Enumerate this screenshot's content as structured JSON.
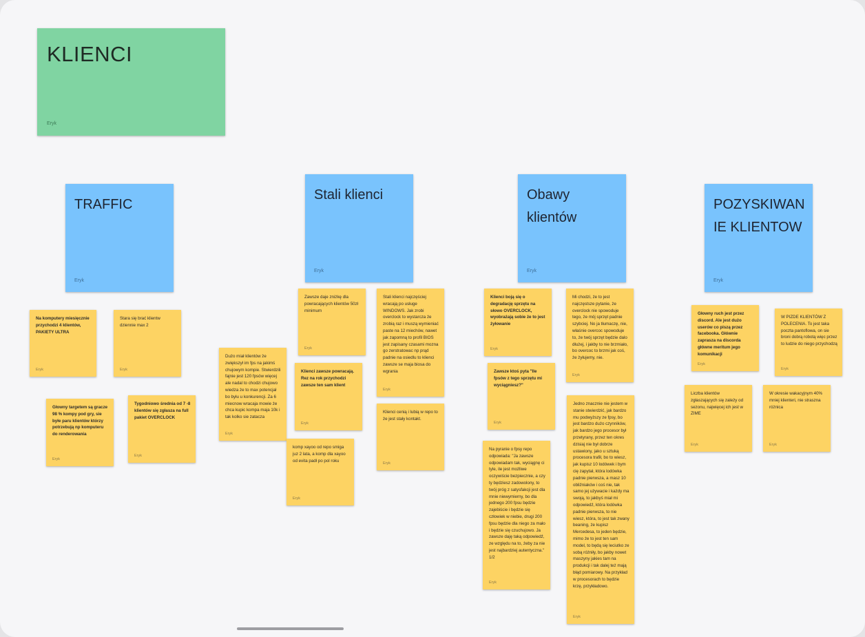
{
  "header": {
    "title": "KLIENCI",
    "author": "Eryk"
  },
  "columns": [
    {
      "title": "TRAFFIC",
      "author": "Eryk"
    },
    {
      "title": "Stali klienci",
      "author": "Eryk"
    },
    {
      "title": "Obawy klientów",
      "author": "Eryk"
    },
    {
      "title": "POZYSKIWANIE KLIENTOW",
      "author": "Eryk"
    }
  ],
  "notes": [
    {
      "text": "Na komputery miesięcznie przychodzi 4 klientów, PAKIETY ULTRA",
      "author": "Eryk"
    },
    {
      "text": "Stara się brać klientw dziennie max 2",
      "author": "Eryk"
    },
    {
      "text": "Głowny targetem są gracze 98 % kompy pod gry, sie byłe paru klientów którzy potrzebują np komputeru do renderowania",
      "author": "Eryk"
    },
    {
      "text": "Tygodniowo średnia od 7 -8 klientów się zgłasza na full pakiet OVERCLOCK",
      "author": "Eryk"
    },
    {
      "text": "Dużo miał klientów że zwiększył im fps na jakimś chujowym kompie. Stwierdzili fajnie jest 120 fpsów więcej ale nadal to chodzi chujowo wiedza że to max potencjał bo byłu u konkurencji. Za 6 miecnow wracaja mowie że chca kupic kompa maja 10k i tak kolko sie zatacza",
      "author": "Eryk"
    },
    {
      "text": "Zawsze daje zniżkę dla powracających klientów 50zł minimum",
      "author": "Eryk"
    },
    {
      "text": "Klienci zawsze powracają. Rez na rok przychodzi zawsze ten sam klient",
      "author": "Eryk"
    },
    {
      "text": "komp xayoo od repo smiga juz 2 lata, a komp dla xayoo od  evita padł po pol roku",
      "author": "Eryk"
    },
    {
      "text": "Stali klienci najczęściej wracają po usługe WINDOWS. Jak zrobi overclock to wystarcza że zrobią raz i muszą wymieniać paste na 12 miechów, nawet jak zapomną to profil BIOS jest zapisany czasami mozna go zerstratowac np prąd padnie na osiedlu to klienci zawsze se maja biosa do wgrania",
      "author": "Eryk"
    },
    {
      "text": "Klienci cenią i lubią w repo to że jest stały kontakt.",
      "author": "Eryk"
    },
    {
      "text": "Klienci boją się o degradację sprzętu na słowo OVERCLOCK, wyobrażają sobie że to jest żyłowanie",
      "author": "Eryk"
    },
    {
      "text": "Zawsze ktoś pyta \"Ile fpsów z tego sprzętu mi wyciągniesz?\"",
      "author": "Eryk"
    },
    {
      "text": "Na pyranie o fpsy repo odpowiada: \"Ja zawsze odpowiadam tak, wyciągnę ci tyle, ile jest możliwe oczywiście bezpiecznie, a czy ty będziesz zadowolony, to twój próg z satysfakcji jest dla mnie niewymierny, bo dla jednego 200 fpsu będzie zajebiście i będzie się człowiek w niebie, drugi 200 fpsu będzie dla niego za mało i będzie się czuchujowo. Ja zawsze daję taką odpowiedź, ze względu na to, żeby za nie jest najbardziej autentyczna.\" 1/2",
      "author": "Eryk"
    },
    {
      "text": "Mi chodzi, że to jest najczęstsze pytanie, że overclock nie spowoduje tego, że mój sprzęt padnie szybciej. No ja tłumaczę, nie, właśnie overcoc spowoduje to, że twój sprzęt będzie dalo dłużej, i jakby to nie brzmiało, bo overcoc to brzmi jak coś, że żyłujemy, nie.",
      "author": "Eryk"
    },
    {
      "text": "Jedno znacznie nie jestem w stanie stwierdzić, jak bardzo mu podwyższy ze fpsy, bo jest bardzo dużo czynników, jak bardzo jego procesor był przetyrany, przez ten okres dzisiaj nie był dobrze ustawiony, jako u sztuką procesora trafił, bo to wiesz, jak kupisz 10 lodówek i bym cię zapytał, która lodówka padnie pierwsza, a masz 10 obliźniaków i coś nie, tak samo jej używacie i każdy ma swoją, to jakbyś miał mi odpowiedź, która lodówka padnie pierwsza, to nie wiesz, która, to jest tak zwany beaning, że kupisz Mercedesa, to jeden będzie, mimo że to jest ten sam model, to będą się leciutko ze sobą różniły, bo jakby nowet maszyny jakies tam na produkcji i tak dalej też mają błąd pomiarowy. Na przykład w procesorach to będzie krzę, przykładowo.",
      "author": "Eryk"
    },
    {
      "text": "Głowny ruch jest przez discord. Ale jest dużo userów co piszą przez facebooka. Głównie zaprasza na discorda główne meritum jego komunikacji",
      "author": "Eryk"
    },
    {
      "text": "W PIZDE KLIENTÓW Z POLECENIA. To jest taka poczta pantoflowa, on sie broni dobrą robotą więc przez to ludzie do niego przychodzą",
      "author": "Eryk"
    },
    {
      "text": "Liczba klientów zgłaszających się zależy od sezonu, najwięcej ich jest w ZIME",
      "author": "Eryk"
    },
    {
      "text": "W okresie wakacyjnym 40% mniej klienteri, nie straszna różnica",
      "author": "Eryk"
    }
  ]
}
